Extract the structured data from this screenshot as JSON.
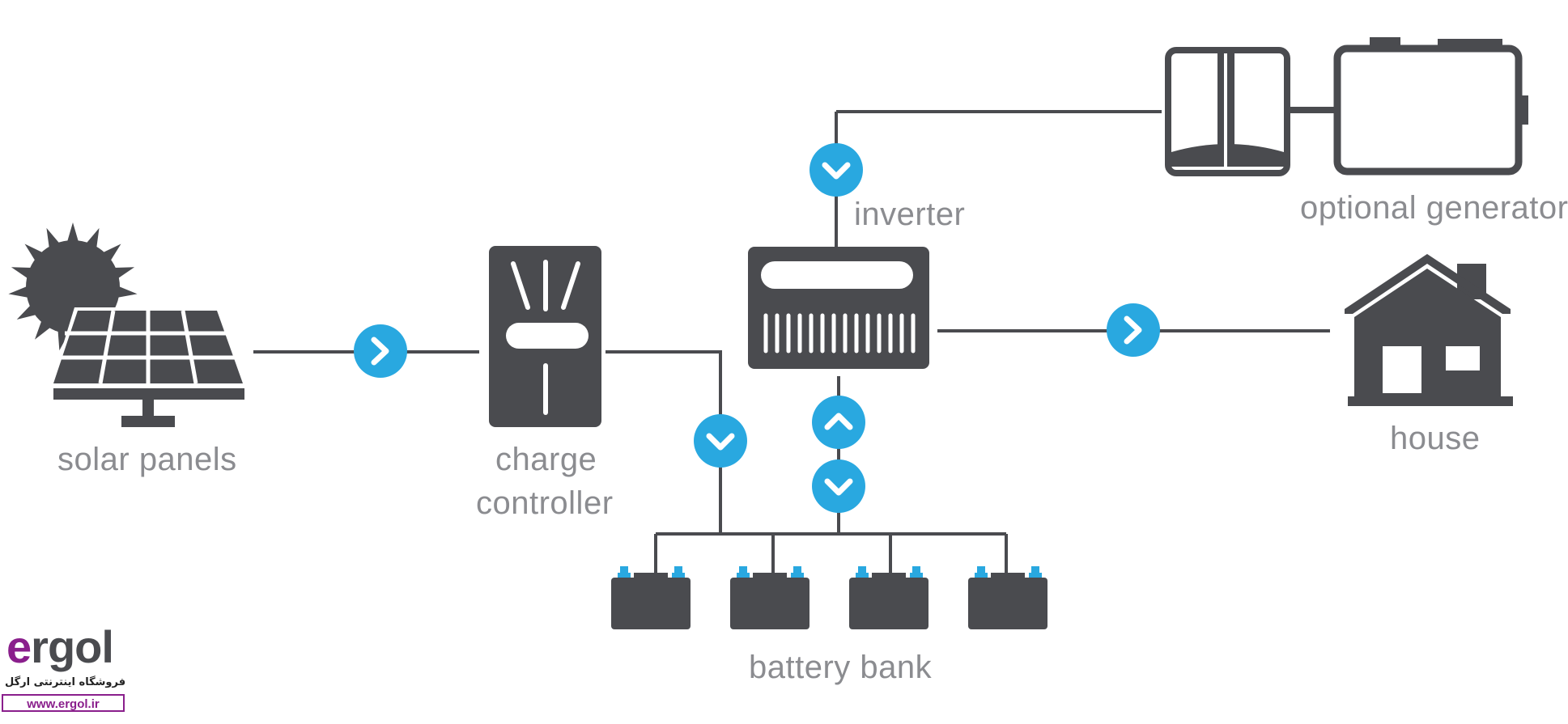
{
  "labels": {
    "solar_panels": "solar panels",
    "charge_controller_line1": "charge",
    "charge_controller_line2": "controller",
    "inverter": "inverter",
    "optional_generator": "optional generator",
    "house": "house",
    "battery_bank": "battery bank"
  },
  "logo": {
    "word_first": "e",
    "word_rest": "rgol",
    "tagline": "فروشگاه اینترنتی ارگل",
    "url": "www.ergol.ir"
  },
  "colors": {
    "icon_dark": "#4a4b4f",
    "line": "#4a4b4f",
    "arrow_blue": "#29a8e0",
    "label_gray": "#8b8c90",
    "terminal_blue": "#29a8e0",
    "brand_purple": "#8a1f8c"
  },
  "icons": {
    "sun": "sun-icon",
    "solar_panel": "solar-panel-icon",
    "charge_controller": "charge-controller-icon",
    "inverter": "inverter-icon",
    "generator": "generator-icon",
    "house": "house-icon",
    "battery": "battery-icon",
    "arrow_right": "arrow-right-icon",
    "arrow_down": "arrow-down-icon",
    "arrow_up": "arrow-up-icon"
  }
}
